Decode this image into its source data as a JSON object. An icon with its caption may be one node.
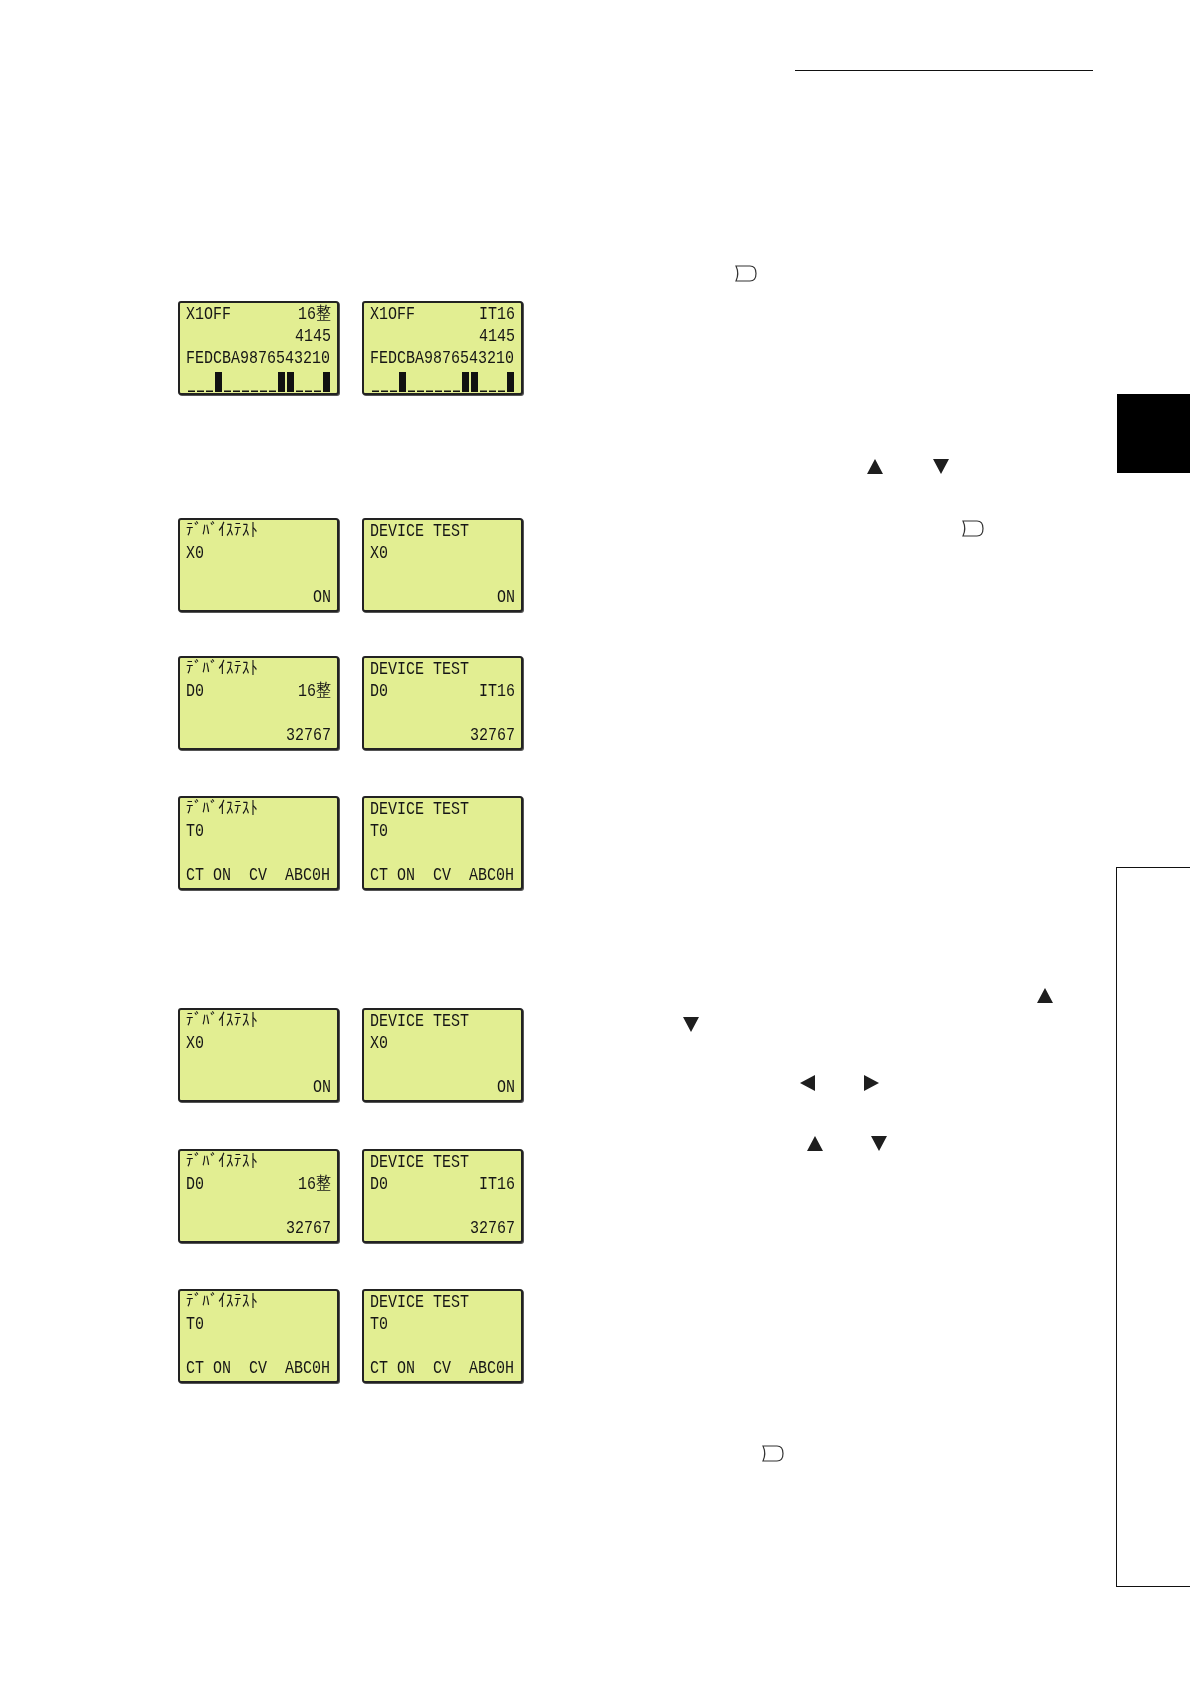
{
  "diagram": {
    "nodes": [
      {
        "text": [
          "X1OFF",
          "16整",
          "4145",
          "FEDCBA9876543210"
        ]
      },
      {
        "text": [
          "X1OFF",
          "IT16",
          "4145",
          "FEDCBA9876543210"
        ]
      },
      {
        "text": [
          "ﾃﾞﾊﾞｲｽﾃｽﾄ",
          "X0",
          "ON"
        ]
      },
      {
        "text": [
          "DEVICE TEST",
          "X0",
          "ON"
        ]
      },
      {
        "text": [
          "ﾃﾞﾊﾞｲｽﾃｽﾄ",
          "D0",
          "16整",
          "32767"
        ]
      },
      {
        "text": [
          "DEVICE TEST",
          "D0",
          "IT16",
          "32767"
        ]
      },
      {
        "text": [
          "ﾃﾞﾊﾞｲｽﾃｽﾄ",
          "T0",
          "CT",
          "ON",
          "CV",
          "ABC0H"
        ]
      },
      {
        "text": [
          "DEVICE TEST",
          "T0",
          "CT",
          "ON",
          "CV",
          "ABC0H"
        ]
      },
      {
        "text": [
          "ﾃﾞﾊﾞｲｽﾃｽﾄ",
          "X0",
          "ON"
        ]
      },
      {
        "text": [
          "DEVICE TEST",
          "X0",
          "ON"
        ]
      },
      {
        "text": [
          "ﾃﾞﾊﾞｲｽﾃｽﾄ",
          "D0",
          "16整",
          "32767"
        ]
      },
      {
        "text": [
          "DEVICE TEST",
          "D0",
          "IT16",
          "32767"
        ]
      },
      {
        "text": [
          "ﾃﾞﾊﾞｲｽﾃｽﾄ",
          "T0",
          "CT",
          "ON",
          "CV",
          "ABC0H"
        ]
      },
      {
        "text": [
          "DEVICE TEST",
          "T0",
          "CT",
          "ON",
          "CV",
          "ABC0H"
        ]
      },
      {
        "text": [],
        "shape": "box"
      }
    ]
  }
}
